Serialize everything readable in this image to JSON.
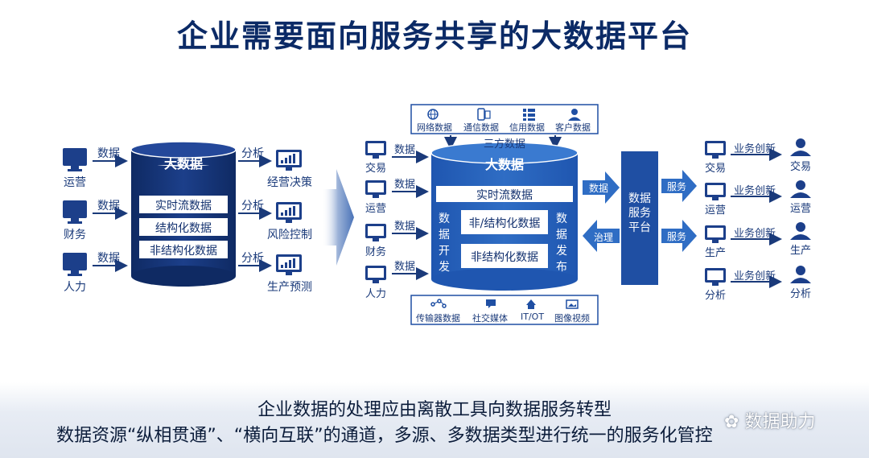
{
  "title": "企业需要面向服务共享的大数据平台",
  "left": {
    "cylinder_title": "大数据",
    "inputs": [
      {
        "label": "运营",
        "arrow": "数据",
        "icon": "monitor-icon"
      },
      {
        "label": "财务",
        "arrow": "数据",
        "icon": "monitor-icon"
      },
      {
        "label": "人力",
        "arrow": "数据",
        "icon": "monitor-icon"
      }
    ],
    "bars": [
      "实时流数据",
      "结构化数据",
      "非结构化数据"
    ],
    "outputs": [
      {
        "label": "经营决策",
        "arrow": "分析",
        "icon": "chart-monitor-icon"
      },
      {
        "label": "风险控制",
        "arrow": "分析",
        "icon": "chart-monitor-icon"
      },
      {
        "label": "生产预测",
        "arrow": "分析",
        "icon": "chart-monitor-icon"
      }
    ]
  },
  "right": {
    "third_party_box": {
      "items": [
        "网络数据",
        "通信数据",
        "信用数据",
        "客户数据"
      ]
    },
    "third_party_label": "三方数据",
    "cylinder_title": "大数据",
    "top_bar": "实时流数据",
    "left_vertical": "数据开发",
    "right_vertical": "数据发布",
    "inner_bars": [
      "非/结构化数据",
      "非结构化数据"
    ],
    "inputs": [
      {
        "label": "交易",
        "arrow": "数据"
      },
      {
        "label": "运营",
        "arrow": "数据"
      },
      {
        "label": "财务",
        "arrow": "数据"
      },
      {
        "label": "人力",
        "arrow": "数据"
      }
    ],
    "bottom_box": {
      "items": [
        "传输器数据",
        "社交媒体",
        "IT/OT",
        "图像视频"
      ]
    },
    "flow_right": "数据",
    "flow_left": "治理",
    "platform": "数据服务平台",
    "service_arrows": [
      "服务",
      "服务"
    ],
    "outputs": [
      {
        "label": "交易",
        "arrow": "业务创新",
        "user": "交易"
      },
      {
        "label": "运营",
        "arrow": "业务创新",
        "user": "运营"
      },
      {
        "label": "生产",
        "arrow": "业务创新",
        "user": "生产"
      },
      {
        "label": "分析",
        "arrow": "业务创新",
        "user": "分析"
      }
    ]
  },
  "bottom": {
    "line1": "企业数据的处理应由离散工具向数据服务转型",
    "line2": "数据资源“纵相贯通”、“横向互联”的通道，多源、多数据类型进行统一的服务化管控"
  },
  "watermark": "数据助力",
  "colors": {
    "navy": "#12306e",
    "blue": "#1f4fa3",
    "light_blue": "#2f6dc4",
    "arrow": "#1a3a7a"
  }
}
